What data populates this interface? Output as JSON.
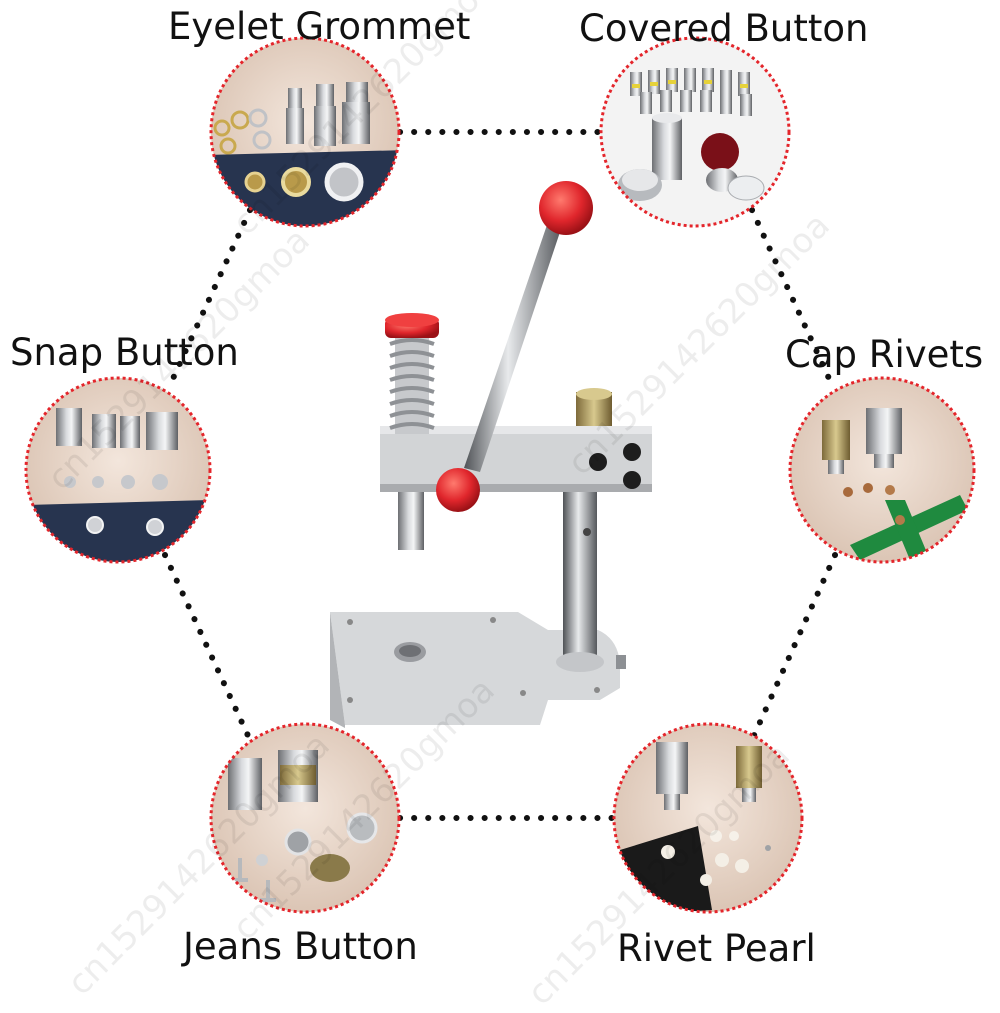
{
  "labels": {
    "eyelet_grommet": "Eyelet Grommet",
    "covered_button": "Covered Button",
    "snap_button": "Snap Button",
    "cap_rivets": "Cap Rivets",
    "jeans_button": "Jeans Button",
    "rivet_pearl": "Rivet Pearl"
  },
  "watermark": "cn1529142620gmoa",
  "colors": {
    "circle_border": "#e4252b",
    "connector_dots": "#111111",
    "press_body": "#d6d8da",
    "handle_knob": "#e0262c",
    "fabric_navy": "#27344f",
    "fabric_green": "#1f8a3f"
  }
}
